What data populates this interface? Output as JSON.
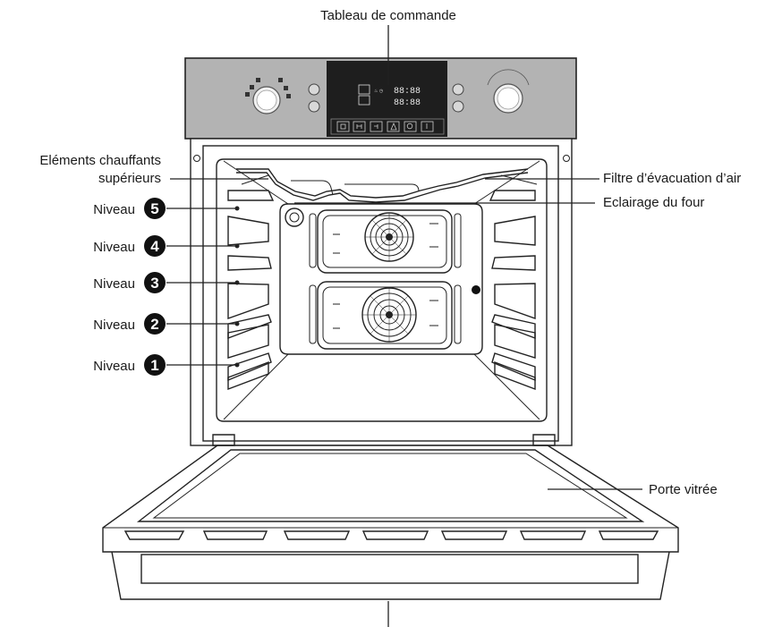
{
  "labels": {
    "control_panel": "Tableau de commande",
    "heating_line1": "Eléments chauffants",
    "heating_line2": "supérieurs",
    "air_filter": "Filtre d’évacuation d’air",
    "oven_light": "Eclairage du four",
    "glass_door": "Porte vitrée"
  },
  "levels": [
    {
      "word": "Niveau",
      "number": "5"
    },
    {
      "word": "Niveau",
      "number": "4"
    },
    {
      "word": "Niveau",
      "number": "3"
    },
    {
      "word": "Niveau",
      "number": "2"
    },
    {
      "word": "Niveau",
      "number": "1"
    }
  ],
  "display": {
    "top_digits": "88:88",
    "bottom_digits": "88:88"
  },
  "colors": {
    "panel": "#b3b3b3",
    "display": "#1e1e1e",
    "badge": "#111111"
  }
}
